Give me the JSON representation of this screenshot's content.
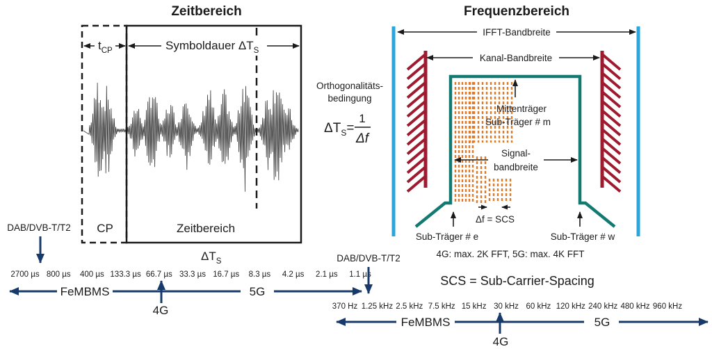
{
  "time_domain": {
    "title": "Zeitbereich",
    "tcp_label": "t",
    "tcp_sub": "CP",
    "symbol_label": "Symboldauer ΔT",
    "symbol_sub": "S",
    "cp_label": "CP",
    "inner_label": "Zeitbereich",
    "dts_label": "ΔT",
    "dts_sub": "S"
  },
  "orthogonality": {
    "line1": "Orthogonalitäts-",
    "line2": "bedingung",
    "lhs": "ΔT",
    "lhs_sub": "S",
    "eq": "=",
    "numerator": "1",
    "denominator": "Δf"
  },
  "time_scale": {
    "dab_label": "DAB/DVB-T/T2",
    "ticks": [
      "2700 µs",
      "800 µs",
      "400 µs",
      "133.3 µs",
      "66.7 µs",
      "33.3 µs",
      "16.7 µs",
      "8.3 µs",
      "4.2 µs",
      "2.1 µs",
      "1.1 µs"
    ],
    "femb_label": "FeMBMS",
    "g5_label": "5G",
    "g4_label": "4G"
  },
  "freq_domain": {
    "title": "Frequenzbereich",
    "ifft_label": "IFFT-Bandbreite",
    "kanal_label": "Kanal-Bandbreite",
    "mitten_line1": "Mittenträger",
    "mitten_line2": "Sub-Träger  # m",
    "signal_line1": "Signal-",
    "signal_line2": "bandbreite",
    "delta_f": "Δf = SCS",
    "sub_e": "Sub-Träger # e",
    "sub_w": "Sub-Träger # w",
    "fft_note": "4G: max. 2K FFT, 5G: max. 4K FFT",
    "scs_def": "SCS = Sub-Carrier-Spacing"
  },
  "freq_scale": {
    "dab_label": "DAB/DVB-T/T2",
    "ticks": [
      "370 Hz",
      "1.25 kHz",
      "2.5 kHz",
      "7.5 kHz",
      "15 kHz",
      "30 kHz",
      "60 kHz",
      "120 kHz",
      "240 kHz",
      "480 kHz",
      "960 kHz"
    ],
    "femb_label": "FeMBMS",
    "g5_label": "5G",
    "g4_label": "4G"
  },
  "colors": {
    "navy": "#173a6b",
    "blue": "#2ba6dc",
    "red": "#9e1a2e",
    "teal": "#137a72",
    "orange": "#e07a2a",
    "dark": "#1a1a1a"
  }
}
